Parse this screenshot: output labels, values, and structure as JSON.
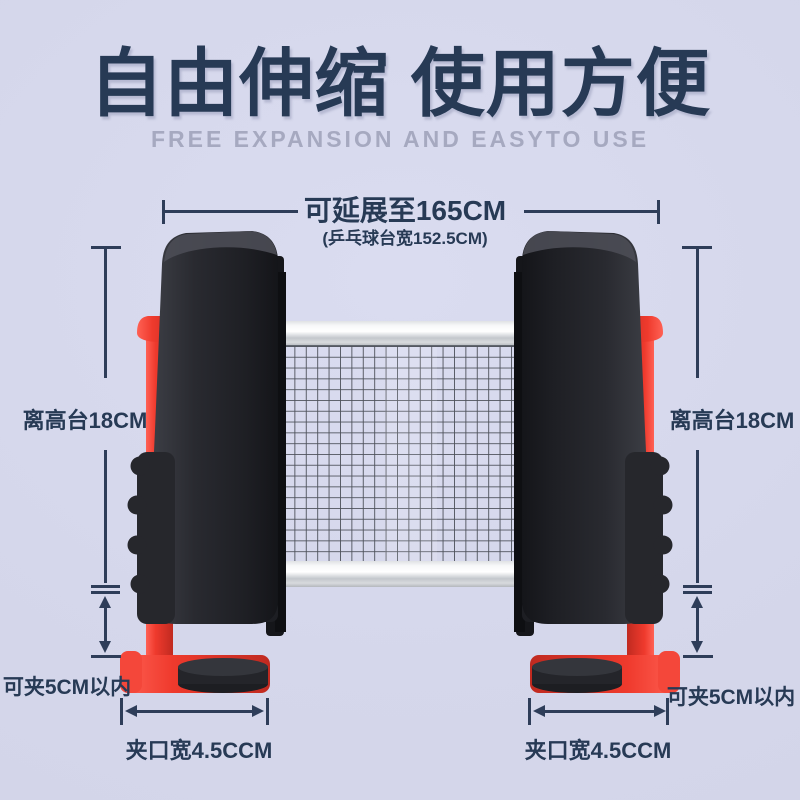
{
  "header": {
    "title": "自由伸缩 使用方便",
    "subtitle": "FREE EXPANSION AND EASYTO USE"
  },
  "dimensions": {
    "top": {
      "main": "可延展至165CM",
      "sub": "(乒乓球台宽152.5CM)"
    },
    "left_height": "离高台18CM",
    "right_height": "离高台18CM",
    "left_clamp_range": "可夹5CM以内",
    "right_clamp_range": "可夹5CM以内",
    "left_jaw_width": "夹口宽4.5CCM",
    "right_jaw_width": "夹口宽4.5CCM"
  },
  "colors": {
    "background": "#d6d8ec",
    "accent_navy": "#273a55",
    "dimension_line": "#2e3d59",
    "clamp_red": "#ef3a2d",
    "post_black": "#25262b",
    "net_band_silver": "#e8eaec",
    "mesh_line": "#4d515a",
    "subtitle_gray": "#a6a9c0"
  }
}
